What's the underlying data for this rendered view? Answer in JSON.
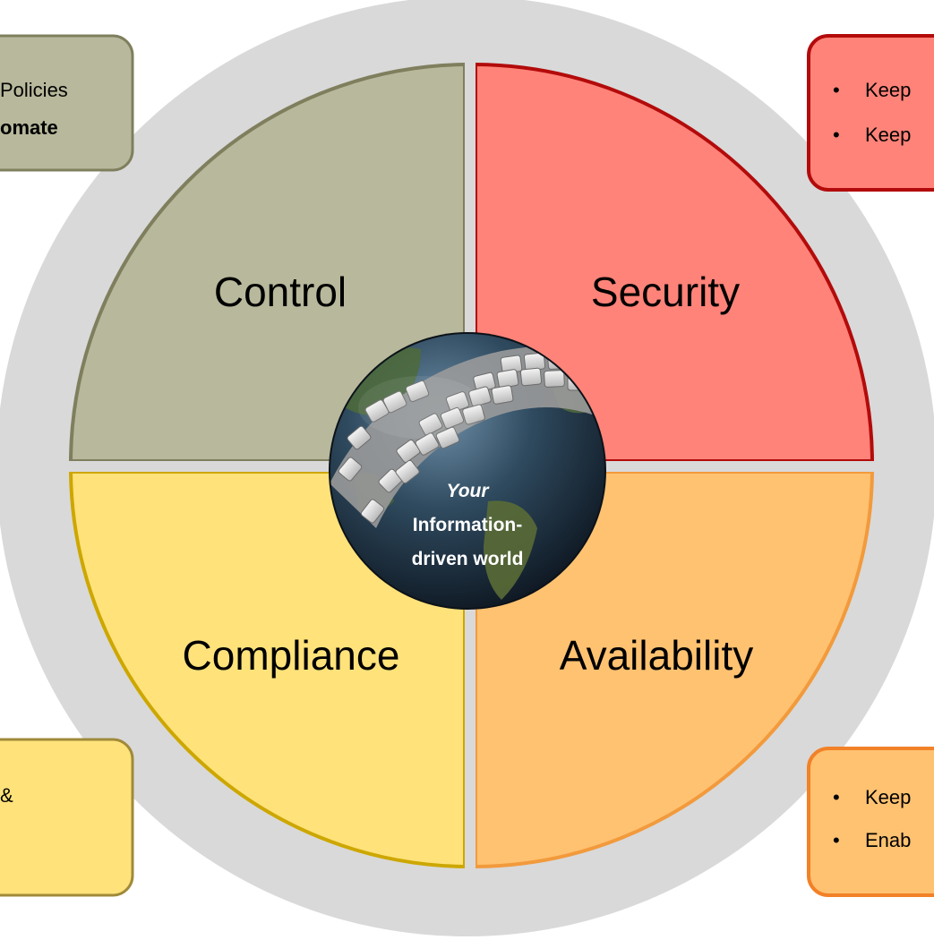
{
  "quadrants": [
    {
      "id": "control",
      "label": "Control",
      "fill": "#B8B89C",
      "stroke": "#7F7F5E"
    },
    {
      "id": "security",
      "label": "Security",
      "fill": "#FF8379",
      "stroke": "#B30B0B"
    },
    {
      "id": "compliance",
      "label": "Compliance",
      "fill": "#FFE27A",
      "stroke": "#CDA700"
    },
    {
      "id": "availability",
      "label": "Availability",
      "fill": "#FFC271",
      "stroke": "#F29A3C"
    }
  ],
  "outer_ring_color": "#D9D9D9",
  "center": {
    "line1": "Your",
    "line2": "Information-",
    "line3": "driven world"
  },
  "callouts": {
    "control": {
      "line1": "Policies",
      "line2": "omate"
    },
    "security": {
      "bullet": "•",
      "line1": "Keep",
      "line2": "Keep"
    },
    "compliance": {
      "line1": "&"
    },
    "availability": {
      "bullet": "•",
      "line1": "Keep",
      "line2": "Enab"
    }
  }
}
